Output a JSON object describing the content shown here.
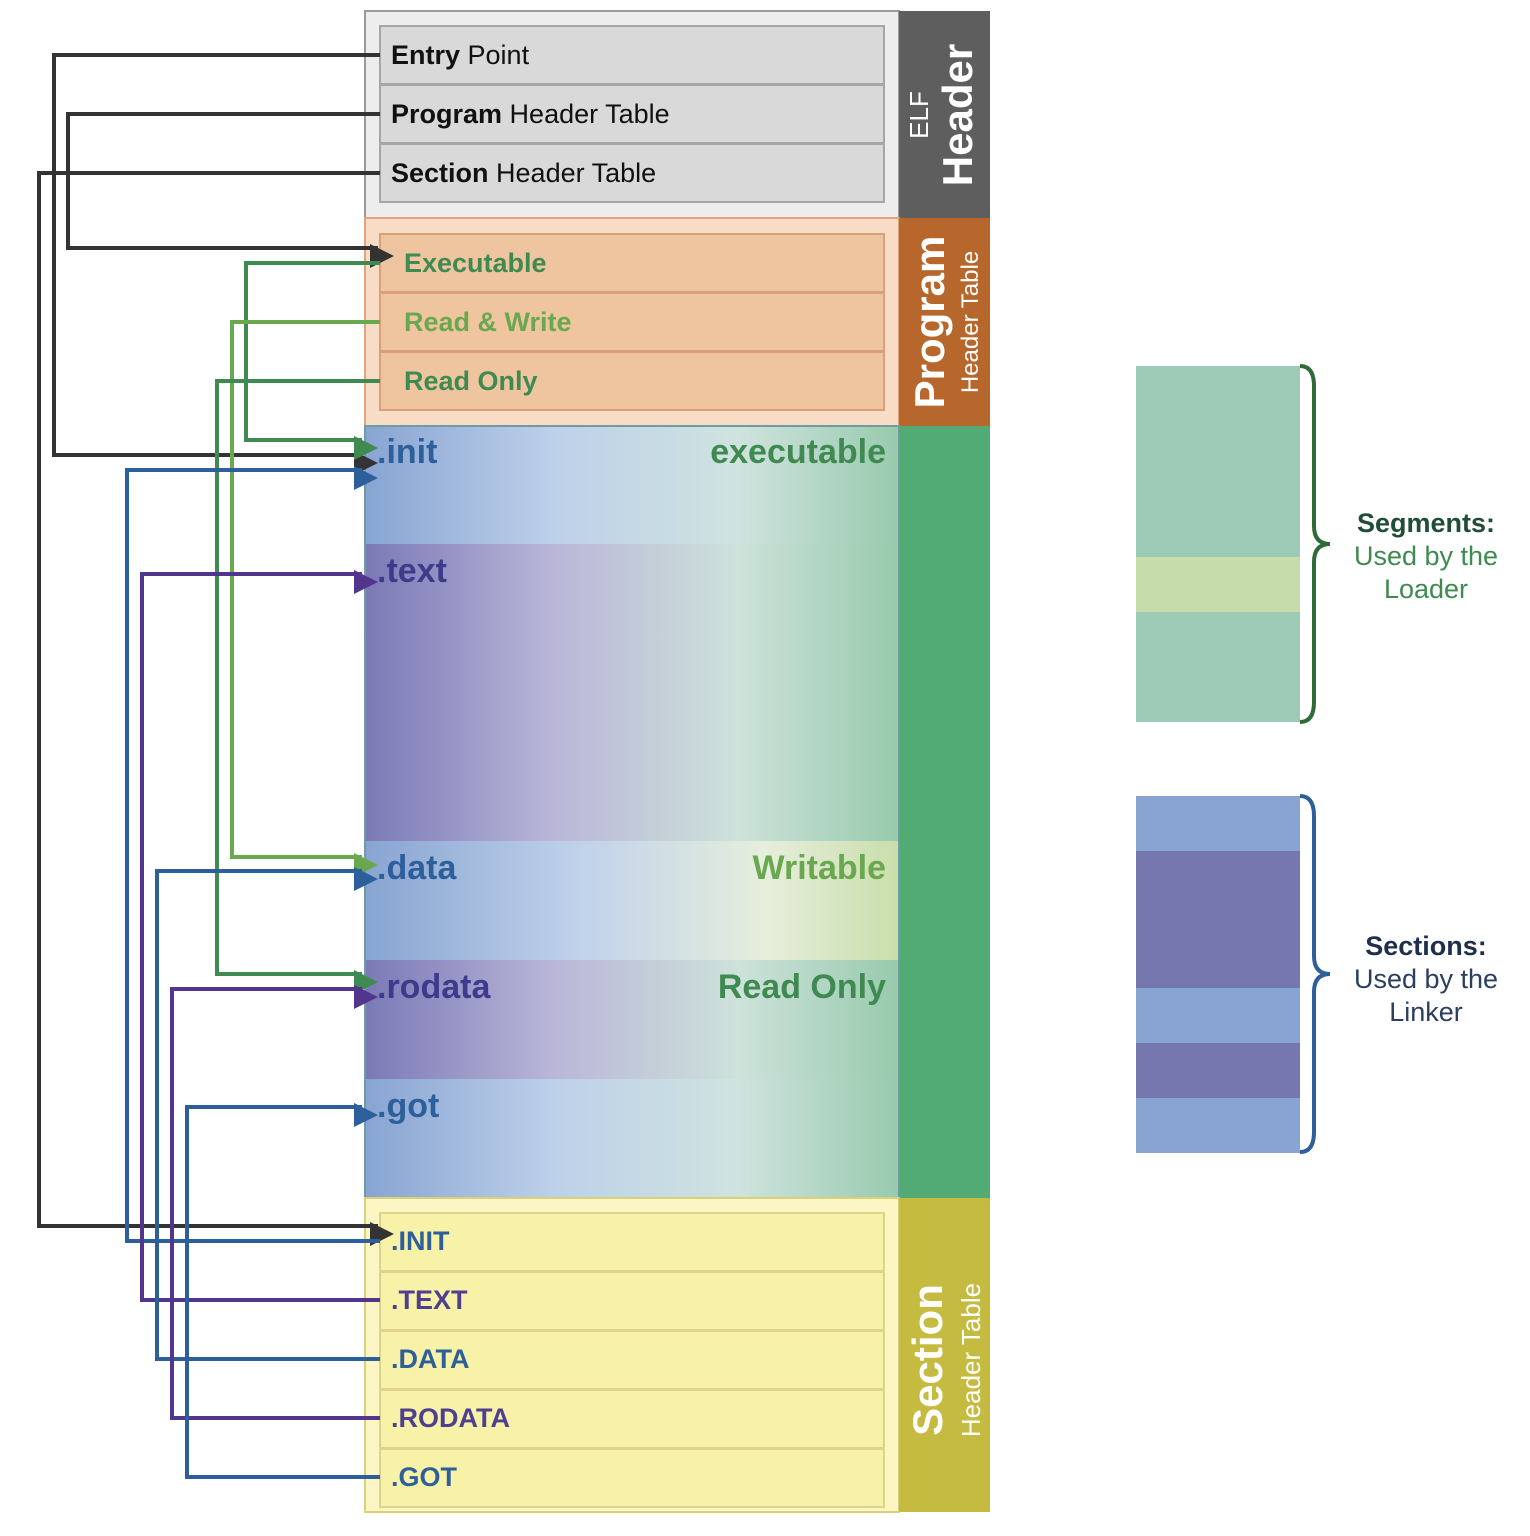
{
  "elf_header": {
    "side_top": "ELF",
    "side_bottom": "Header",
    "rows": [
      {
        "bold": "Entry",
        "rest": " Point"
      },
      {
        "bold": "Program",
        "rest": " Header Table"
      },
      {
        "bold": "Section",
        "rest": " Header Table"
      }
    ]
  },
  "program_header": {
    "side_big": "Program",
    "side_small": "Header Table",
    "rows": [
      {
        "label": "Executable",
        "color": "#3f8a50"
      },
      {
        "label": "Read & Write",
        "color": "#6aa84f"
      },
      {
        "label": "Read Only",
        "color": "#3f8a50"
      }
    ]
  },
  "sections": [
    {
      "name": ".init",
      "flag": "executable",
      "flag_color": "#3f8a50",
      "kind": "blue"
    },
    {
      "name": ".text",
      "flag": "",
      "flag_color": "",
      "kind": "purple"
    },
    {
      "name": ".data",
      "flag": "Writable",
      "flag_color": "#6aa84f",
      "kind": "blue"
    },
    {
      "name": ".rodata",
      "flag": "Read Only",
      "flag_color": "#3f8a50",
      "kind": "purple"
    },
    {
      "name": ".got",
      "flag": "",
      "flag_color": "",
      "kind": "blue"
    }
  ],
  "section_header": {
    "side_big": "Section",
    "side_small": "Header Table",
    "rows": [
      {
        "label": ".INIT",
        "color": "#2d5f9a"
      },
      {
        "label": ".TEXT",
        "color": "#4e3f8f"
      },
      {
        "label": ".DATA",
        "color": "#2d5f9a"
      },
      {
        "label": ".RODATA",
        "color": "#4e3f8f"
      },
      {
        "label": ".GOT",
        "color": "#2d5f9a"
      }
    ]
  },
  "legend": {
    "segments_title": "Segments:",
    "segments_line1": "Used by the",
    "segments_line2": "Loader",
    "sections_title": "Sections:",
    "sections_line1": "Used by the",
    "sections_line2": "Linker"
  },
  "colors": {
    "dark_arrow": "#333333",
    "exec_green": "#3f8a50",
    "rw_green": "#6aa84f",
    "blue": "#2d5f9a",
    "purple": "#52358c",
    "elf_side": "#5e5e5e",
    "program_side": "#b8672c",
    "segment_side": "#52ab74",
    "section_side": "#c5bb40"
  }
}
